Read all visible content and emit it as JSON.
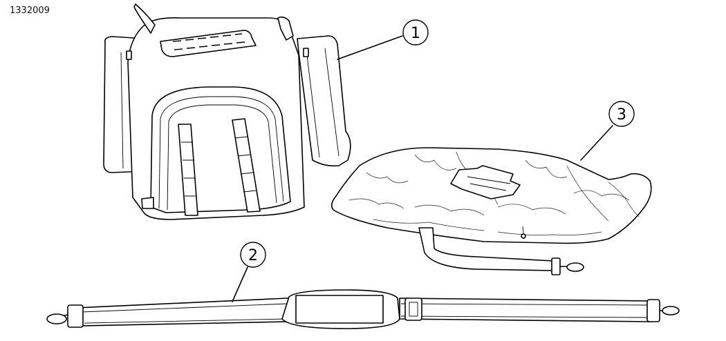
{
  "figure": {
    "id": "1332009"
  },
  "callouts": [
    {
      "label": "1",
      "part": "bag"
    },
    {
      "label": "2",
      "part": "shoulder-strap"
    },
    {
      "label": "3",
      "part": "rain-cover"
    }
  ]
}
